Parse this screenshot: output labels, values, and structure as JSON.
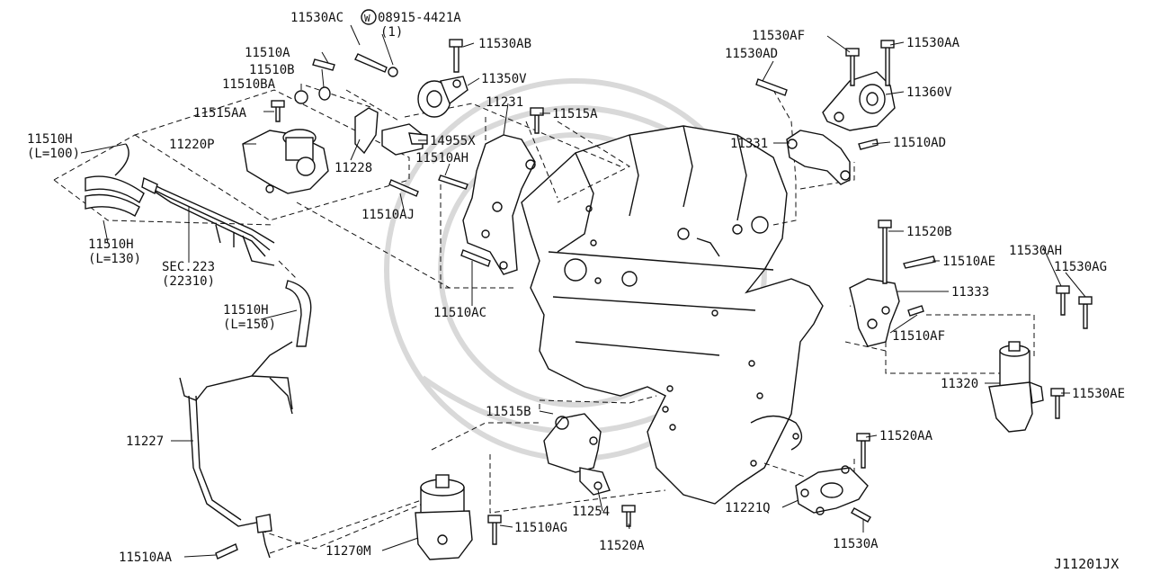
{
  "diagram_id": "J11201JX",
  "callouts": [
    {
      "id": "11530AC",
      "text": "11530AC"
    },
    {
      "id": "08915-4421A",
      "text": "08915-4421A"
    },
    {
      "id": "w-symbol",
      "text": "W"
    },
    {
      "id": "qty-1",
      "text": "(1)"
    },
    {
      "id": "11530AB",
      "text": "11530AB"
    },
    {
      "id": "11510A",
      "text": "11510A"
    },
    {
      "id": "11510B",
      "text": "11510B"
    },
    {
      "id": "11510BA",
      "text": "11510BA"
    },
    {
      "id": "11350V",
      "text": "11350V"
    },
    {
      "id": "11231",
      "text": "11231"
    },
    {
      "id": "11515A",
      "text": "11515A"
    },
    {
      "id": "11515AA",
      "text": "11515AA"
    },
    {
      "id": "14955X",
      "text": "14955X"
    },
    {
      "id": "11510H-100",
      "text": "11510H"
    },
    {
      "id": "L100",
      "text": "(L=100)"
    },
    {
      "id": "11220P",
      "text": "11220P"
    },
    {
      "id": "11228",
      "text": "11228"
    },
    {
      "id": "11510AH",
      "text": "11510AH"
    },
    {
      "id": "11510AJ",
      "text": "11510AJ"
    },
    {
      "id": "11510H-130",
      "text": "11510H"
    },
    {
      "id": "L130",
      "text": "(L=130)"
    },
    {
      "id": "SEC223",
      "text": "SEC.223"
    },
    {
      "id": "22310",
      "text": "(22310)"
    },
    {
      "id": "11510AC",
      "text": "11510AC"
    },
    {
      "id": "11510H-150",
      "text": "11510H"
    },
    {
      "id": "L150",
      "text": "(L=150)"
    },
    {
      "id": "11530AF",
      "text": "11530AF"
    },
    {
      "id": "11530AA",
      "text": "11530AA"
    },
    {
      "id": "11530AD",
      "text": "11530AD"
    },
    {
      "id": "11360V",
      "text": "11360V"
    },
    {
      "id": "11331",
      "text": "11331"
    },
    {
      "id": "11510AD",
      "text": "11510AD"
    },
    {
      "id": "11520B",
      "text": "11520B"
    },
    {
      "id": "11530AH",
      "text": "11530AH"
    },
    {
      "id": "11530AG",
      "text": "11530AG"
    },
    {
      "id": "11510AE",
      "text": "11510AE"
    },
    {
      "id": "11333",
      "text": "11333"
    },
    {
      "id": "11510AF",
      "text": "11510AF"
    },
    {
      "id": "11320",
      "text": "11320"
    },
    {
      "id": "11530AE",
      "text": "11530AE"
    },
    {
      "id": "11515B",
      "text": "11515B"
    },
    {
      "id": "11227",
      "text": "11227"
    },
    {
      "id": "11520AA",
      "text": "11520AA"
    },
    {
      "id": "11254",
      "text": "11254"
    },
    {
      "id": "11221Q",
      "text": "11221Q"
    },
    {
      "id": "11510AG",
      "text": "11510AG"
    },
    {
      "id": "11270M",
      "text": "11270M"
    },
    {
      "id": "11520A",
      "text": "11520A"
    },
    {
      "id": "11530A",
      "text": "11530A"
    },
    {
      "id": "11510AA",
      "text": "11510AA"
    }
  ]
}
